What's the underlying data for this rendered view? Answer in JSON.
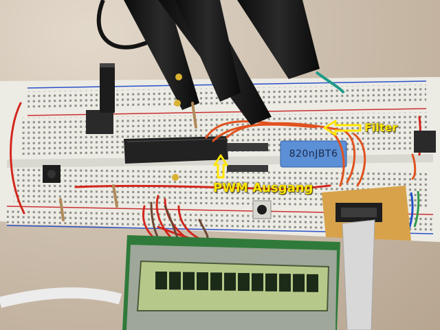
{
  "photo": {
    "subject": "breadboard",
    "annotations": [
      {
        "text": "Filter"
      },
      {
        "text": "PWM Ausgang"
      }
    ],
    "capacitor_marking": "820nJBT6",
    "lcd_segments": 12,
    "colors": {
      "annotation": "#ffe600",
      "breadboard": "#ecebe4",
      "wire": "#e1521e",
      "capacitor": "#5b8fd6",
      "lcd_pcb": "#2f7a3a",
      "lcd_screen": "#b7c98a"
    }
  }
}
